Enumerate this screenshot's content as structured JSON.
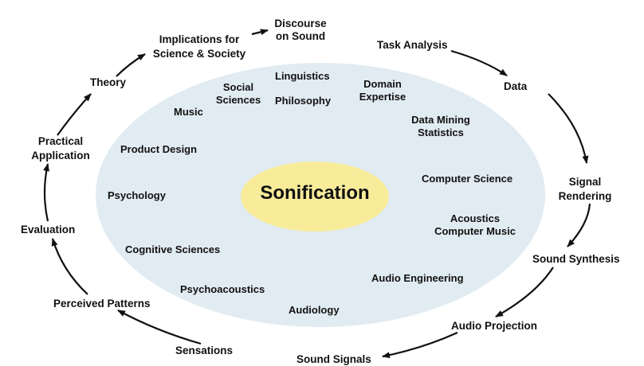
{
  "center": {
    "title": "Sonification"
  },
  "colors": {
    "outer_ellipse": "#e1ebf2",
    "inner_ellipse": "#f8ec9a",
    "arrow": "#111111"
  },
  "fields": {
    "linguistics": "Linguistics",
    "philosophy": "Philosophy",
    "social_sciences": [
      "Social",
      "Sciences"
    ],
    "domain_expertise": [
      "Domain",
      "Expertise"
    ],
    "music": "Music",
    "data_mining_statistics": [
      "Data Mining",
      "Statistics"
    ],
    "product_design": "Product Design",
    "computer_science": "Computer Science",
    "psychology": "Psychology",
    "acoustics_computer_music": [
      "Acoustics",
      "Computer Music"
    ],
    "cognitive_sciences": "Cognitive Sciences",
    "audio_engineering": "Audio Engineering",
    "psychoacoustics": "Psychoacoustics",
    "audiology": "Audiology"
  },
  "cycle": {
    "discourse_on_sound": [
      "Discourse",
      "on Sound"
    ],
    "implications": [
      "Implications for",
      "Science & Society"
    ],
    "task_analysis": "Task Analysis",
    "data": "Data",
    "theory": "Theory",
    "practical_application": [
      "Practical",
      "Application"
    ],
    "signal_rendering": [
      "Signal",
      "Rendering"
    ],
    "evaluation": "Evaluation",
    "sound_synthesis": "Sound Synthesis",
    "perceived_patterns": "Perceived Patterns",
    "audio_projection": "Audio Projection",
    "sensations": "Sensations",
    "sound_signals": "Sound Signals"
  }
}
